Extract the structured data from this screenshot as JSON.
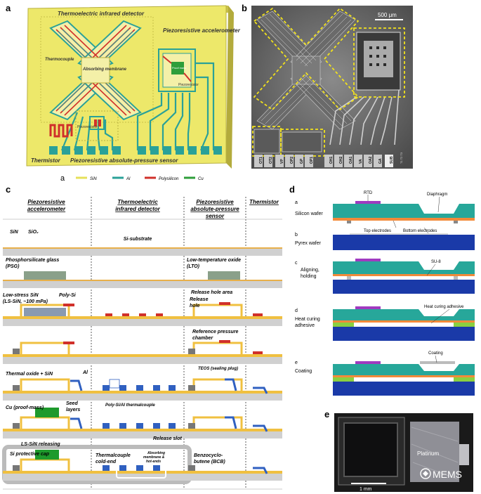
{
  "panel_letters": {
    "a": "a",
    "b": "b",
    "c": "c",
    "d": "d",
    "e": "e"
  },
  "panel_a": {
    "title": "Thermoelectric infrared detector",
    "accel": "Piezoresistive accelerometer",
    "thermocouple": "Thermocouple",
    "membrane": "Absorbing membrane",
    "proof_mass": "Proof mass",
    "piezoresistor_accel": "Piezoresistor",
    "piezoresistor_pressure": "Piezoresistor",
    "thermistor": "Thermistor",
    "pressure": "Piezoresistive absolute-pressure sensor",
    "legend_letter": "a",
    "legend": [
      {
        "label": "SiN",
        "color": "#e6e05a"
      },
      {
        "label": "Al",
        "color": "#2aa198"
      },
      {
        "label": "Polysilicon",
        "color": "#d0302a"
      },
      {
        "label": "Cu",
        "color": "#2e9e3a"
      }
    ]
  },
  "panel_b": {
    "scale": "500 μm",
    "pads": [
      "OT1",
      "OT2",
      "VP",
      "OP2",
      "GP",
      "OP1",
      "OH1",
      "OH2",
      "OA1",
      "VA",
      "OA2",
      "GA",
      "SUB"
    ],
    "pad_extra": "T1 T2 T3"
  },
  "panel_c": {
    "headers": [
      "Piezoresistive accelerometer",
      "Thermoelectric infrared detector",
      "Piezoresistive absolute-pressure sensor",
      "Thermistor"
    ],
    "labels": {
      "sin": "SiN",
      "sio2": "SiO₂",
      "substrate": "Si-substrate",
      "psg": "Phosphorsilicate glass (PSG)",
      "lto": "Low-temperature oxide (LTO)",
      "release_area": "Release hole area",
      "lssin": "Low-stress SiN (LS-SiN, ~100 mPa)",
      "polysi": "Poly-Si",
      "release_hole": "Release hole",
      "ref_chamber": "Reference pressure chamber",
      "teos": "TEOS (sealing plug)",
      "thermal_oxide": "Thermal oxide + SiN",
      "al": "Al",
      "polysi_al": "Poly-Si/Al thermalcouple",
      "cu": "Cu (proof-mass)",
      "seed": "Seed layers",
      "release_slot": "Release slot",
      "lssin_release": "LS-SiN releasing",
      "cap": "Si protective cap",
      "coldend": "Thermalcouple cold-end",
      "hotend": "Absorbing membrane & hot-ends",
      "bcb": "Benzocyclo-butene (BCB)"
    }
  },
  "panel_d": {
    "rows": [
      {
        "letter": "a",
        "left": "Silicon wafer"
      },
      {
        "letter": "b",
        "left": "Pyrex wafer"
      },
      {
        "letter": "c",
        "left": "Aligning, holding"
      },
      {
        "letter": "d",
        "left": "Heat curing adhesive"
      },
      {
        "letter": "e",
        "left": "Coating"
      }
    ],
    "rtd": "RTD",
    "diaphragm": "Diaphragm",
    "top_el": "Top electrodes",
    "bottom_el": "Bottom electrodes",
    "su8": "SU-8",
    "adhesive": "Heat curing adhesive",
    "coating": "Coating"
  },
  "panel_e": {
    "platinum": "Platinum",
    "scale": "1 mm",
    "watermark": "MEMS"
  }
}
